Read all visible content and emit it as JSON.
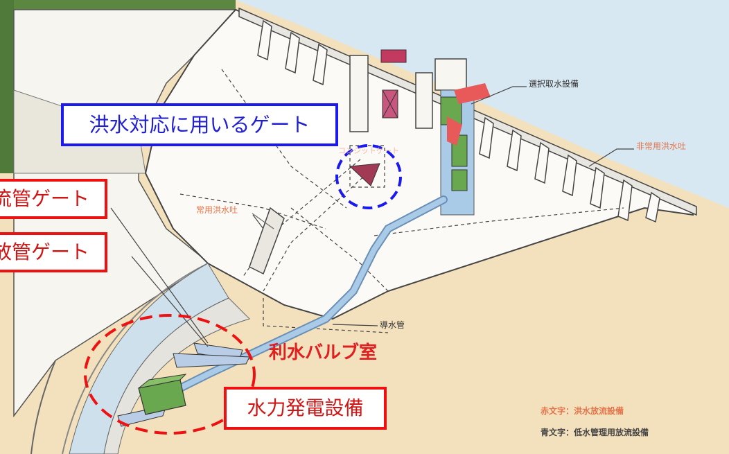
{
  "callouts": {
    "flood_gate": "洪水対応に用いるゲート",
    "pipe_gate_1": "流管ゲート",
    "pipe_gate_2": "放管ゲート",
    "valve_room": "利水バルブ室",
    "hydro": "水力発電設備"
  },
  "labels": {
    "intake": "選択取水設備",
    "emergency_spillway": "非常用洪水吐",
    "regular_spillway": "常用洪水吐",
    "conduit": "導水管",
    "faint_gate": "コンジットゲート"
  },
  "legend": {
    "red_text": "赤文字：洪水放流設備",
    "blue_text": "青文字：低水管理用放流設備"
  },
  "colors": {
    "red": "#e02020",
    "blue": "#1a1aee",
    "orange_label": "#e4734a",
    "green": "#6aa84f",
    "water_blue": "#a9cbe8"
  }
}
